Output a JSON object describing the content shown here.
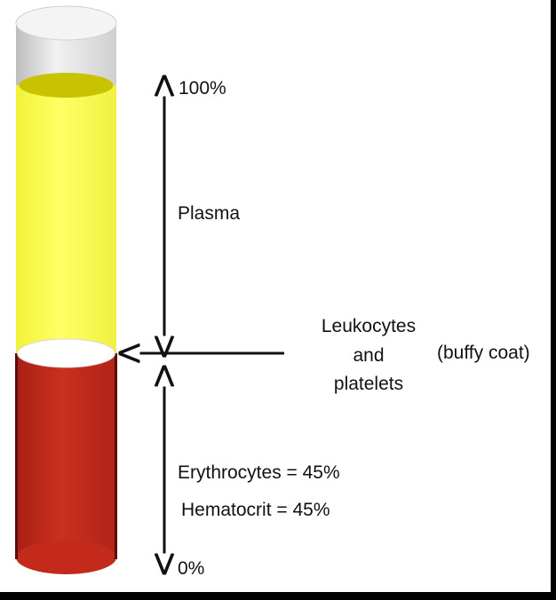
{
  "diagram": {
    "labels": {
      "top_percent": "100%",
      "bottom_percent": "0%",
      "plasma": "Plasma",
      "leukocytes_line1": "Leukocytes",
      "leukocytes_line2": "and",
      "leukocytes_line3": "platelets",
      "buffy_coat": "(buffy coat)",
      "erythrocytes": "Erythrocytes = 45%",
      "hematocrit": "Hematocrit = 45%"
    },
    "colors": {
      "plasma": "#ffff55",
      "plasma_top": "#c8c000",
      "red_cells": "#c0281c",
      "red_cells_dark": "#8a1510",
      "buffy_coat": "#ffffff",
      "tube_glass": "#e6e6e6",
      "arrow": "#111111"
    }
  }
}
